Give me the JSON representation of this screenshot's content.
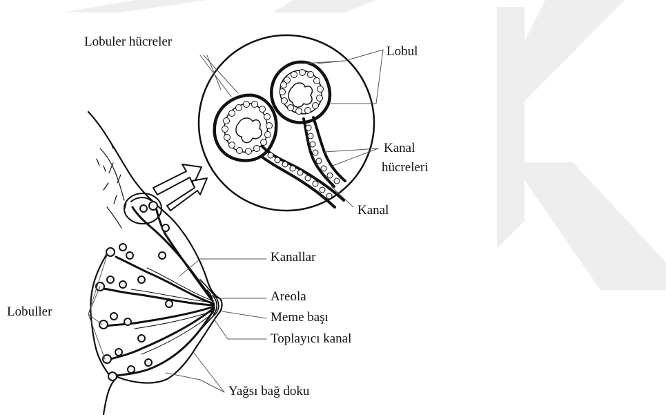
{
  "labels": {
    "lobuler_hucreler": "Lobuler hücreler",
    "lobul": "Lobul",
    "kanal_hucreleri_line1": "Kanal",
    "kanal_hucreleri_line2": "hücreleri",
    "kanal": "Kanal",
    "kanallar": "Kanallar",
    "areola": "Areola",
    "meme_basi": "Meme başı",
    "toplayici_kanal": "Toplayıcı kanal",
    "lobuller": "Lobuller",
    "yagsi_bag_doku": "Yağsı bağ doku"
  },
  "colors": {
    "ink": "#111111",
    "watermark": "#eeeeee",
    "cell_fill": "#f4f4f4"
  }
}
